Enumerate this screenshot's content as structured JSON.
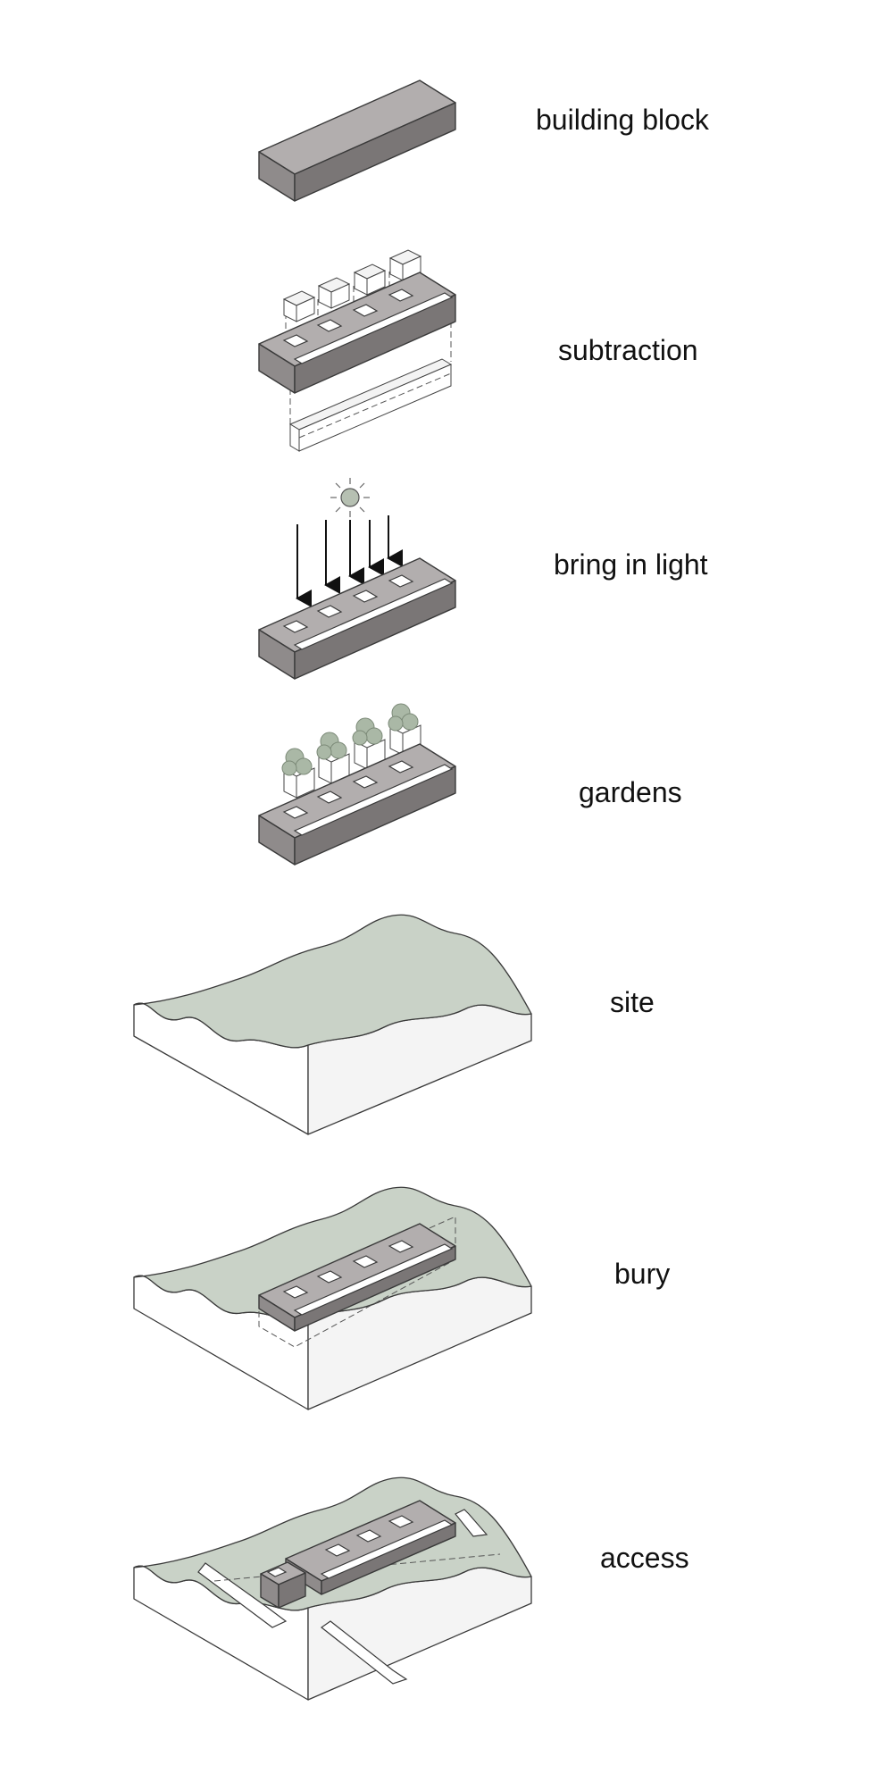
{
  "steps": [
    {
      "label": "building block"
    },
    {
      "label": "subtraction"
    },
    {
      "label": "bring in light"
    },
    {
      "label": "gardens"
    },
    {
      "label": "site"
    },
    {
      "label": "bury"
    },
    {
      "label": "access"
    }
  ],
  "colors": {
    "block_top": "#b2aeae",
    "block_front": "#8f8b8b",
    "ground": "#c9d2c7",
    "tree": "#aab8a6",
    "sun": "#b6c0b2"
  }
}
